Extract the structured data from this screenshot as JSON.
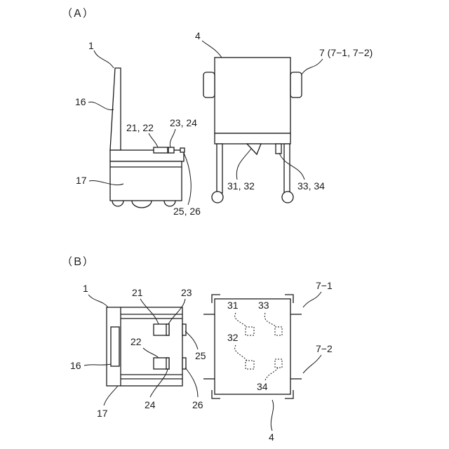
{
  "panel_a": {
    "title": "（Ａ）",
    "labels": {
      "l1": "1",
      "l16": "16",
      "l17": "17",
      "l21_22": "21, 22",
      "l23_24": "23, 24",
      "l25_26": "25, 26",
      "l4": "4",
      "l7": "7 (7−1, 7−2)",
      "l31_32": "31, 32",
      "l33_34": "33, 34"
    }
  },
  "panel_b": {
    "title": "（Ｂ）",
    "labels": {
      "l1": "1",
      "l16": "16",
      "l17": "17",
      "l21": "21",
      "l22": "22",
      "l23": "23",
      "l24": "24",
      "l25": "25",
      "l26": "26",
      "l31": "31",
      "l32": "32",
      "l33": "33",
      "l34": "34",
      "l4": "4",
      "l7_1": "7−1",
      "l7_2": "7−2"
    }
  }
}
